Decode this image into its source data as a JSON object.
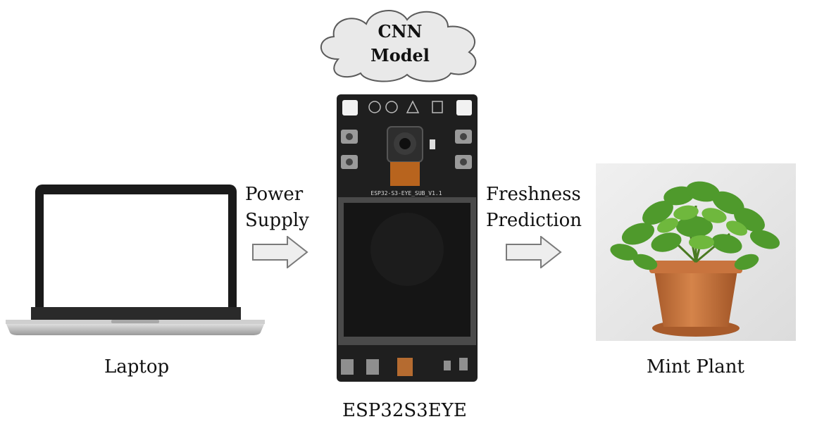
{
  "cloud": {
    "line1": "CNN",
    "line2": "Model"
  },
  "labels": {
    "laptop": "Laptop",
    "board": "ESP32S3EYE",
    "plant": "Mint Plant",
    "power_line1": "Power",
    "power_line2": "Supply",
    "fresh_line1": "Freshness",
    "fresh_line2": "Prediction"
  },
  "board_silkscreen": "ESP32-S3-EYE_SUB_V1.1",
  "colors": {
    "arrow_fill": "#eeeeee",
    "arrow_stroke": "#7a7a7a",
    "board": "#1f1f1f",
    "pot": "#c8743e",
    "leaf": "#4f9a2c"
  }
}
